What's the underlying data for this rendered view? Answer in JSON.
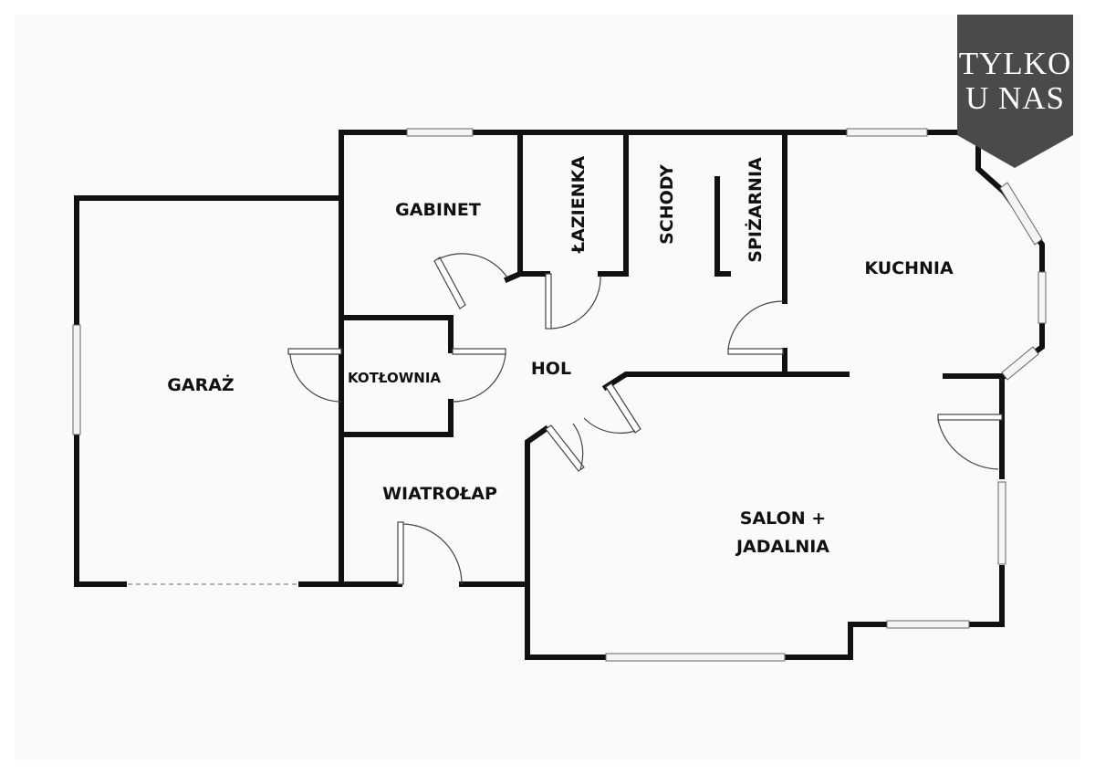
{
  "badge": {
    "line1": "TYLKO",
    "line2": "U NAS",
    "color": "#4a4a4a"
  },
  "rooms": {
    "garaz": "GARAŻ",
    "gabinet": "GABINET",
    "lazienka": "ŁAZIENKA",
    "schody": "SCHODY",
    "spizarnia": "SPIŻARNIA",
    "kuchnia": "KUCHNIA",
    "kotlownia": "KOTŁOWNIA",
    "hol": "HOL",
    "wiatrolap": "WIATROŁAP",
    "salon_line1": "SALON +",
    "salon_line2": "JADALNIA"
  }
}
